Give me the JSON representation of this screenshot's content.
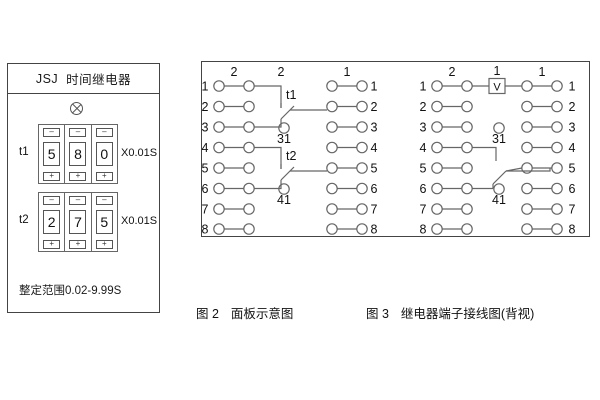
{
  "figure": {
    "background": "#ffffff",
    "line_color": "#555555",
    "text_color": "#111111"
  },
  "front_panel": {
    "title_model": "JSJ",
    "title_name": "时间继电器",
    "indicator_icon": "crossed-circle-lamp-icon",
    "setters": [
      {
        "id": "t1",
        "label": "t1",
        "digits": [
          "5",
          "8",
          "0"
        ],
        "minus_label": "–",
        "plus_label": "+",
        "unit": "X0.01S"
      },
      {
        "id": "t2",
        "label": "t2",
        "digits": [
          "2",
          "7",
          "5"
        ],
        "minus_label": "–",
        "plus_label": "+",
        "unit": "X0.01S"
      }
    ],
    "range_note": "整定范围0.02-9.99S"
  },
  "wiring": {
    "fig2": {
      "left_terminal_numbers": [
        "1",
        "2",
        "3",
        "4",
        "5",
        "6",
        "7",
        "8"
      ],
      "right_terminal_numbers": [
        "1",
        "2",
        "3",
        "4",
        "5",
        "6",
        "7",
        "8"
      ],
      "annotations": {
        "left_top_pair": "2",
        "mid_top": "2",
        "right_top_pair": "1",
        "contact1": "t1",
        "contact1_terminal": "31",
        "contact2": "t2",
        "contact2_terminal": "41"
      }
    },
    "fig3": {
      "left_terminal_numbers": [
        "1",
        "2",
        "3",
        "4",
        "5",
        "6",
        "7",
        "8"
      ],
      "right_terminal_numbers": [
        "1",
        "2",
        "3",
        "4",
        "5",
        "6",
        "7",
        "8"
      ],
      "annotations": {
        "left_top_pair": "2",
        "coil_label": "V",
        "coil_number": "1",
        "right_top_pair": "1",
        "contact1_terminal": "31",
        "contact2_terminal": "41"
      }
    }
  },
  "captions": {
    "fig2_no": "图 2",
    "fig2_text": "面板示意图",
    "fig3_no": "图 3",
    "fig3_text": "继电器端子接线图(背视)"
  }
}
